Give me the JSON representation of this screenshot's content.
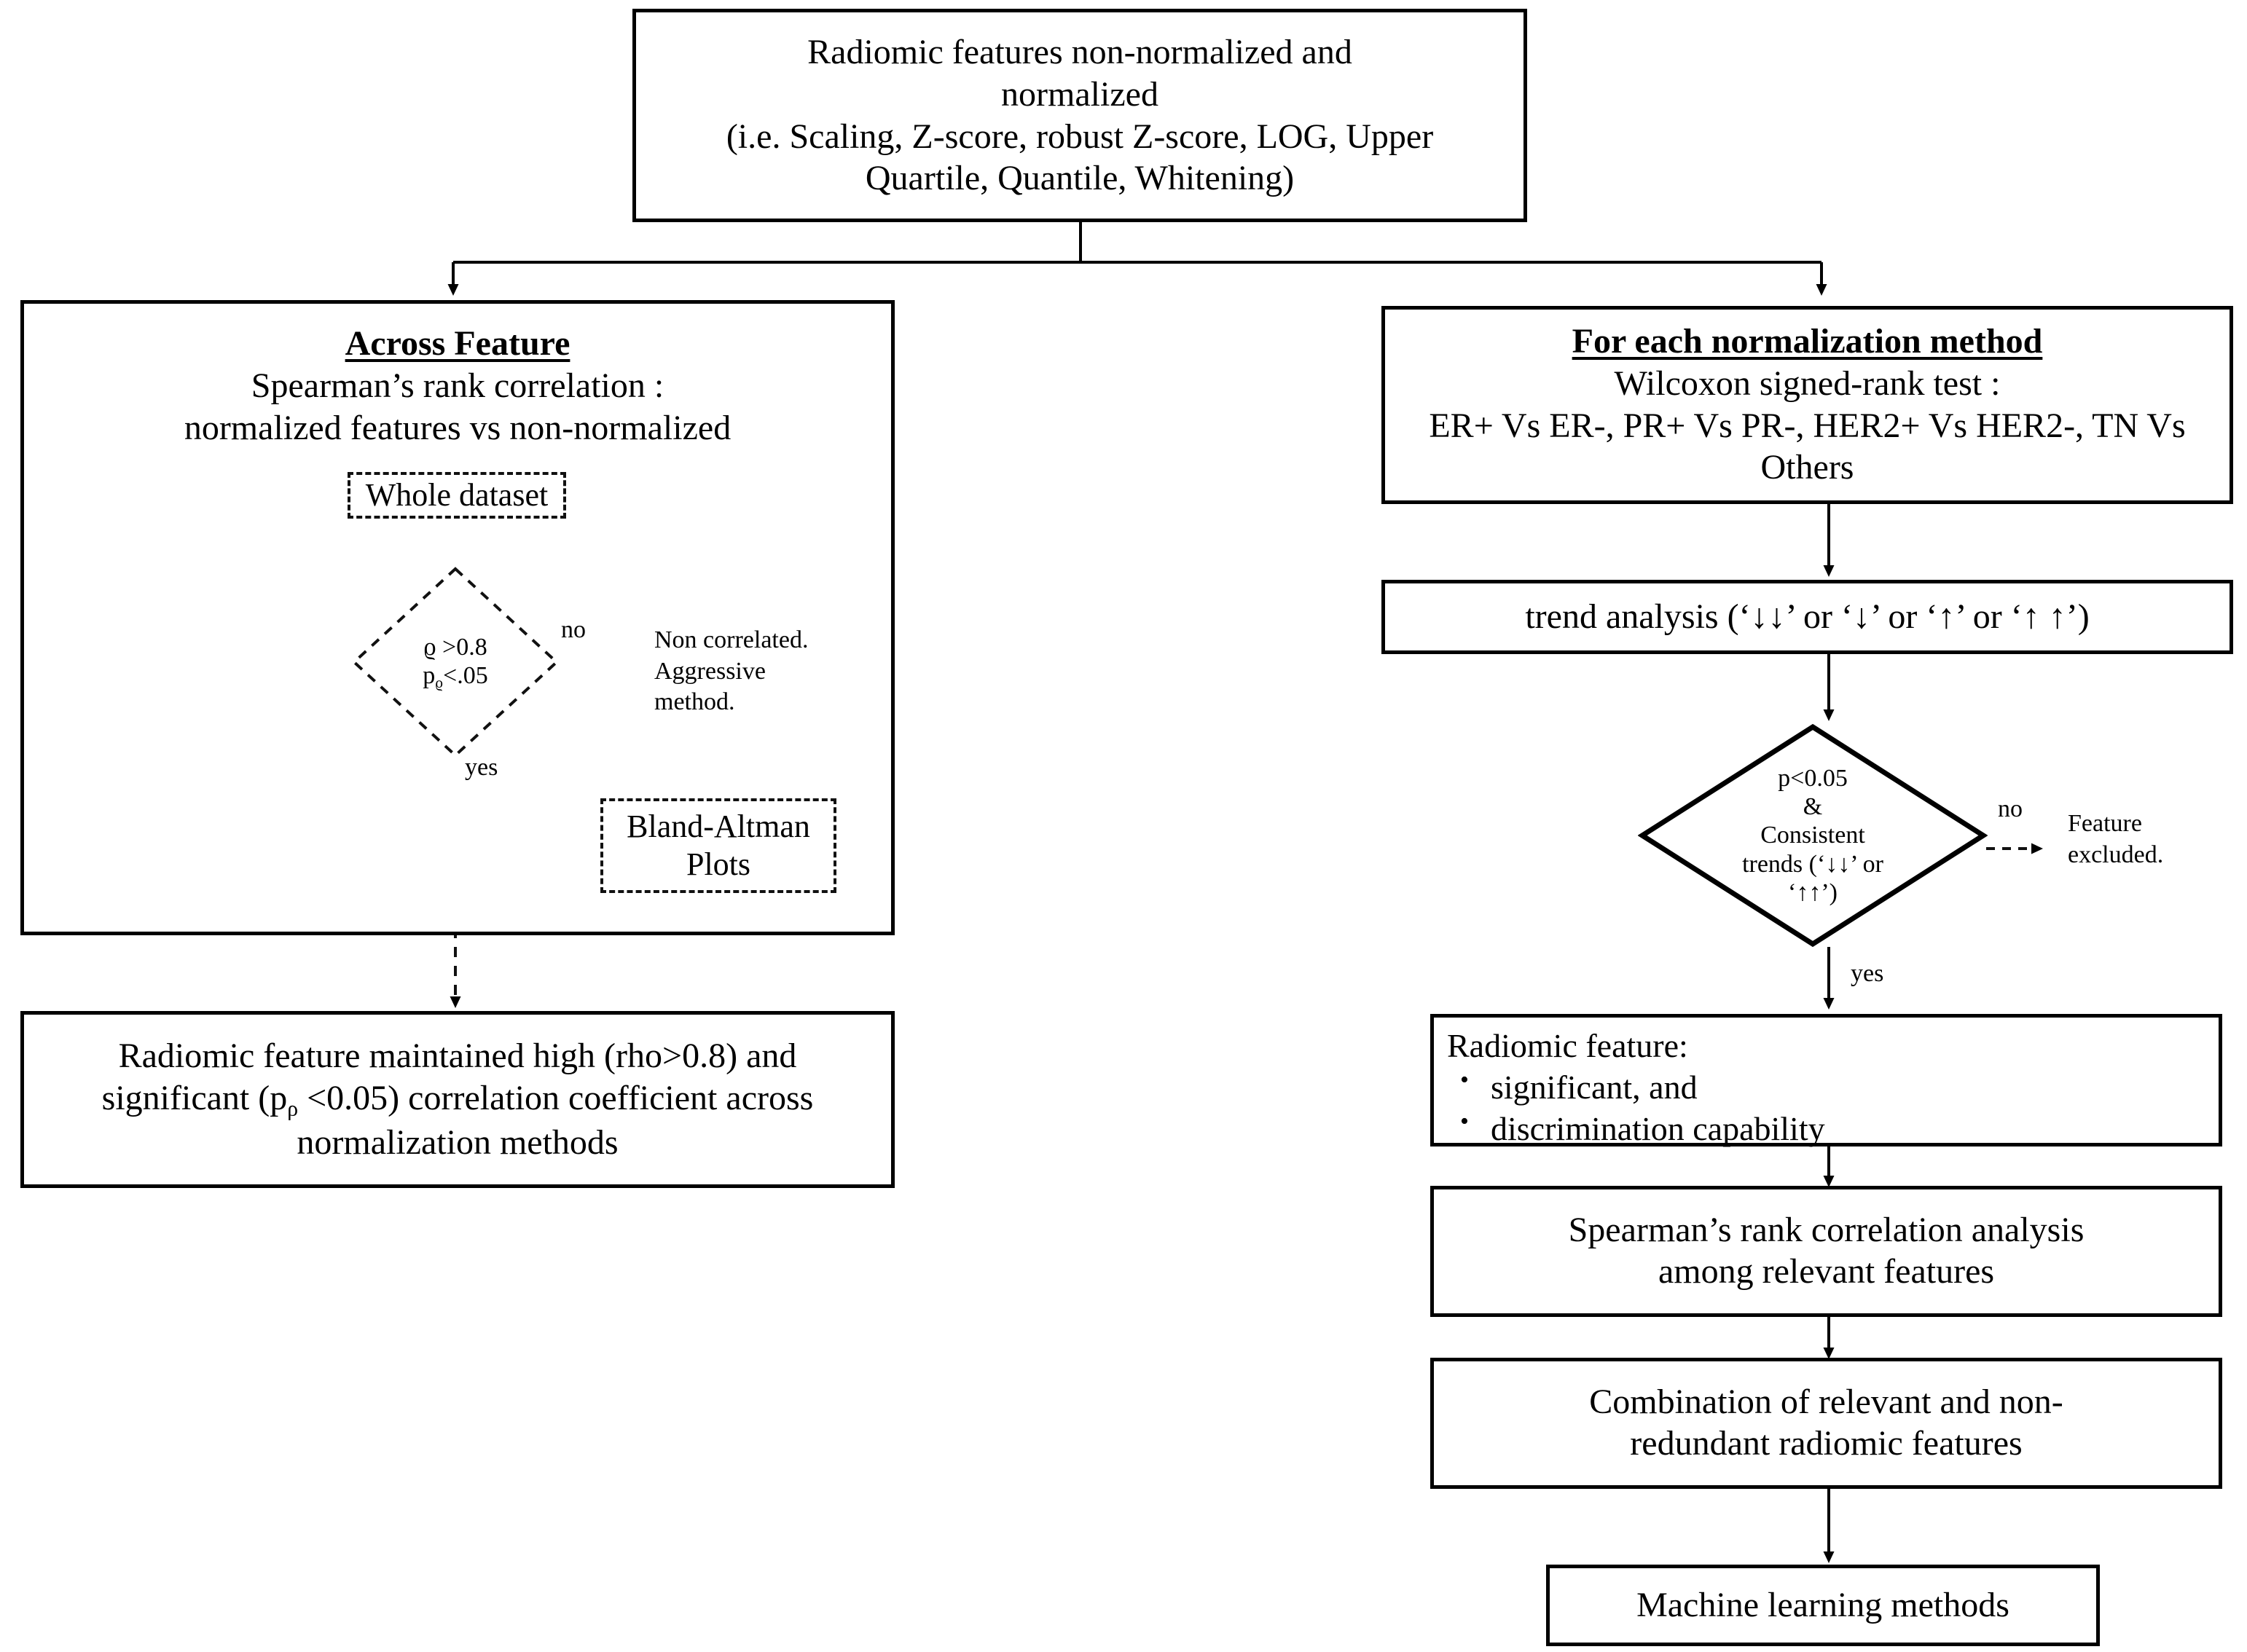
{
  "diagram": {
    "title": "Radiomic feature normalization and selection workflow",
    "colors": {
      "stroke": "#000000",
      "background": "#ffffff"
    }
  },
  "top": {
    "line1": "Radiomic features non-normalized and",
    "line2": "normalized",
    "line3": "(i.e. Scaling, Z-score, robust Z-score, LOG, Upper",
    "line4": "Quartile, Quantile, Whitening)"
  },
  "left_branch": {
    "heading": "Across Feature",
    "subtitle1": "Spearman’s rank correlation :",
    "subtitle2": "normalized features vs non-normalized",
    "dataset_node": "Whole dataset",
    "decision": {
      "line1": "ϱ >0.8",
      "line2_prefix": "p",
      "line2_sub": "ϱ",
      "line2_suffix": "<.05"
    },
    "yes_label": "yes",
    "no_label": "no",
    "no_outcome_line1": "Non correlated.",
    "no_outcome_line2": "Aggressive",
    "no_outcome_line3": "method.",
    "bland_altman_line1": "Bland-Altman",
    "bland_altman_line2": "Plots",
    "result_line1": "Radiomic feature maintained high (rho>0.8) and",
    "result_line2_a": "significant (p",
    "result_line2_sub": "ρ",
    "result_line2_b": " <0.05) correlation coefficient across",
    "result_line3": "normalization methods"
  },
  "right_branch": {
    "heading": "For each normalization method",
    "subtitle1": "Wilcoxon signed-rank test :",
    "subtitle2": "ER+ Vs ER-, PR+ Vs PR-, HER2+ Vs HER2-, TN Vs",
    "subtitle3": "Others",
    "trend_analysis": "trend analysis (‘↓↓’ or ‘↓’ or ‘↑’ or ‘↑ ↑’)",
    "decision": {
      "line1": "p<0.05",
      "line2": "&",
      "line3": "Consistent",
      "line4": "trends (‘↓↓’ or",
      "line5": "‘↑↑’)"
    },
    "no_label": "no",
    "yes_label": "yes",
    "excluded_line1": "Feature",
    "excluded_line2": "excluded.",
    "feature_box": {
      "title": "Radiomic feature:",
      "bullets": [
        "significant, and",
        "discrimination capability"
      ]
    },
    "spearman_line1": "Spearman’s rank correlation analysis",
    "spearman_line2": "among relevant features",
    "combination_line1": "Combination of relevant and non-",
    "combination_line2": "redundant radiomic features",
    "ml_methods": "Machine learning methods"
  }
}
